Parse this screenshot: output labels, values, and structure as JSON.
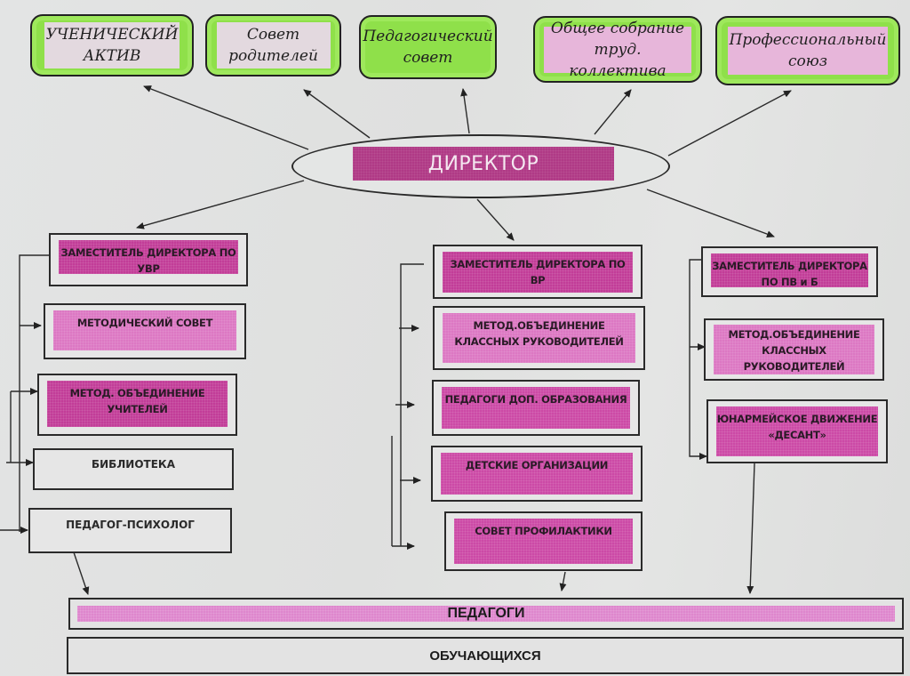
{
  "top_bodies": [
    {
      "line1": "УЧЕНИЧЕСКИЙ",
      "line2": "АКТИВ"
    },
    {
      "line1": "Совет",
      "line2": "родителей"
    },
    {
      "line1": "Педагогический",
      "line2": "совет"
    },
    {
      "line1": "Общее собрание",
      "line2": "труд. коллектива"
    },
    {
      "line1": "Профессиональный",
      "line2": "союз"
    }
  ],
  "director": {
    "label": "ДИРЕКТОР"
  },
  "left_column": {
    "head": {
      "line1": "ЗАМЕСТИТЕЛЬ ДИРЕКТОРА ПО",
      "line2": "УВР"
    },
    "items": [
      {
        "line1": "МЕТОДИЧЕСКИЙ СОВЕТ",
        "line2": ""
      },
      {
        "line1": "МЕТОД. ОБЪЕДИНЕНИЕ",
        "line2": "УЧИТЕЛЕЙ"
      },
      {
        "line1": "БИБЛИОТЕКА",
        "line2": ""
      },
      {
        "line1": "ПЕДАГОГ-ПСИХОЛОГ",
        "line2": ""
      }
    ]
  },
  "middle_column": {
    "head": {
      "line1": "ЗАМЕСТИТЕЛЬ ДИРЕКТОРА ПО ВР",
      "line2": ""
    },
    "items": [
      {
        "line1": "МЕТОД.ОБЪЕДИНЕНИЕ",
        "line2": "КЛАССНЫХ РУКОВОДИТЕЛЕЙ"
      },
      {
        "line1": "ПЕДАГОГИ ДОП. ОБРАЗОВАНИЯ",
        "line2": ""
      },
      {
        "line1": "ДЕТСКИЕ ОРГАНИЗАЦИИ",
        "line2": ""
      },
      {
        "line1": "СОВЕТ ПРОФИЛАКТИКИ",
        "line2": ""
      }
    ]
  },
  "right_column": {
    "head": {
      "line1": "ЗАМЕСТИТЕЛЬ ДИРЕКТОРА",
      "line2": "ПО ПВ и Б"
    },
    "items": [
      {
        "line1": "МЕТОД.ОБЪЕДИНЕНИЕ",
        "line2": "КЛАССНЫХ",
        "line3": "РУКОВОДИТЕЛЕЙ"
      },
      {
        "line1": "ЮНАРМЕЙСКОЕ ДВИЖЕНИЕ",
        "line2": "«ДЕСАНТ»"
      }
    ]
  },
  "bottom": {
    "teachers": "ПЕДАГОГИ",
    "students": "ОБУЧАЮЩИХСЯ"
  },
  "colors": {
    "green": "#8fe04a",
    "magenta": "#b03a86",
    "pink": "#cc4aa6",
    "light_pink": "#de86cd"
  }
}
